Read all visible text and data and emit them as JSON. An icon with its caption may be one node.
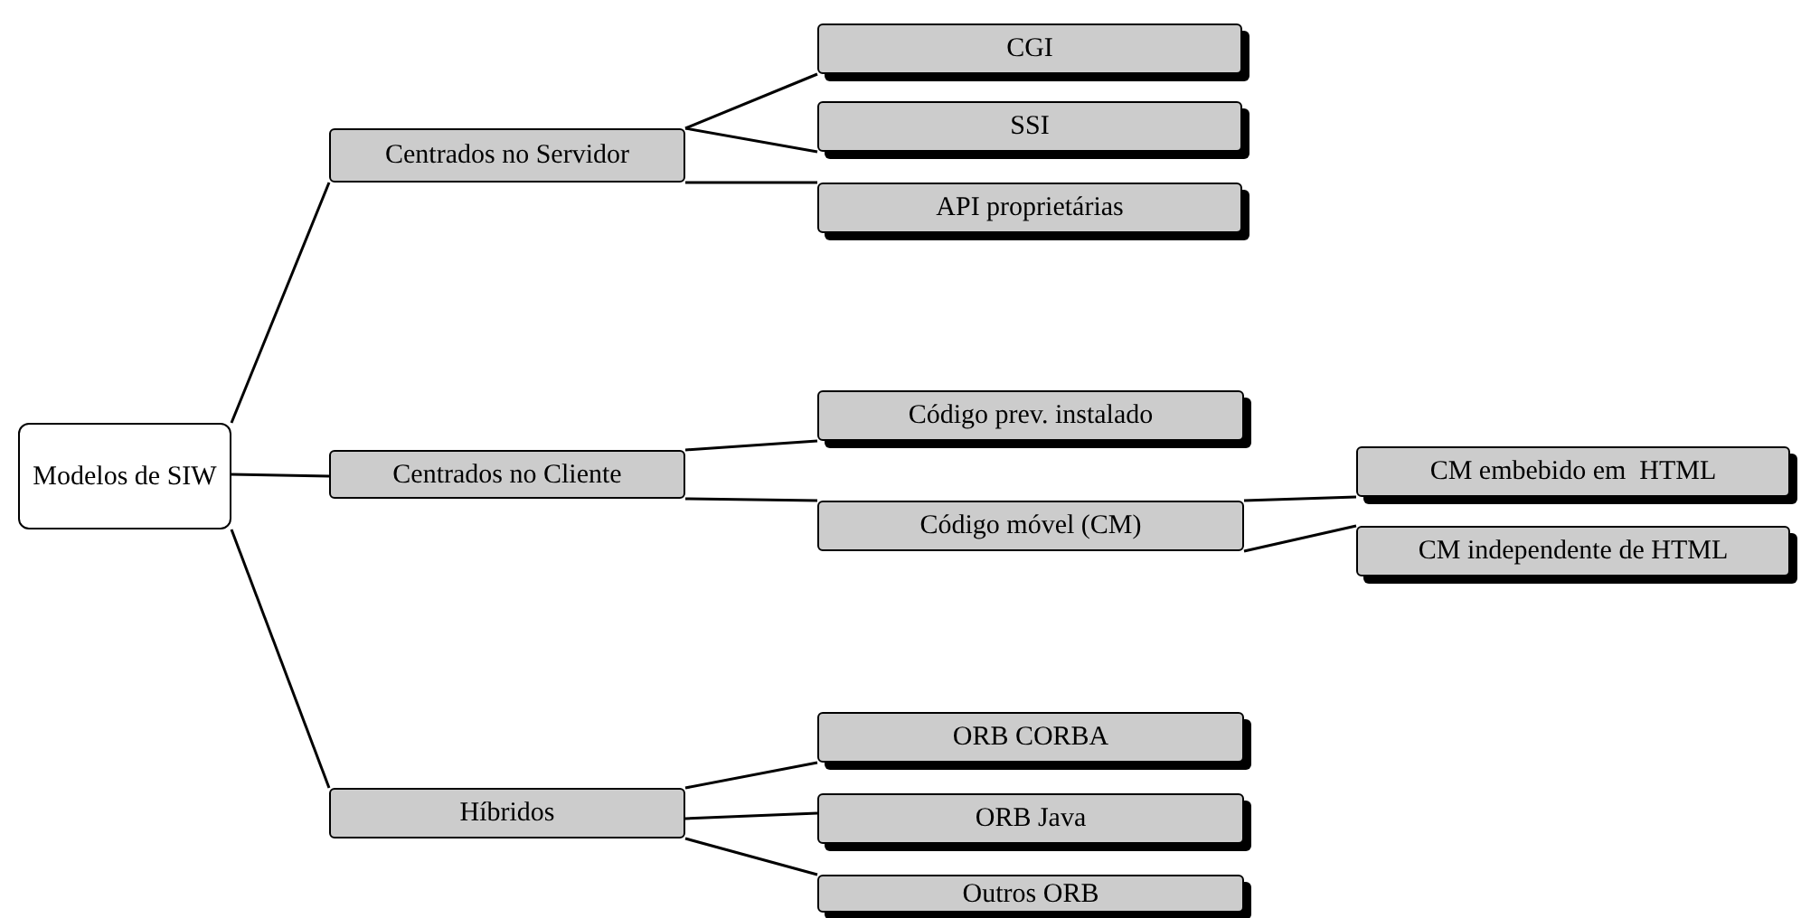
{
  "diagram": {
    "nodes": [
      {
        "text": [
          "Modelos de SIW"
        ]
      },
      {
        "text": [
          "Centrados no Servidor"
        ]
      },
      {
        "text": [
          "CGI"
        ]
      },
      {
        "text": [
          "SSI"
        ]
      },
      {
        "text": [
          "API proprietárias"
        ]
      },
      {
        "text": [
          "Centrados no Cliente"
        ]
      },
      {
        "text": [
          "Código prev. instalado"
        ]
      },
      {
        "text": [
          "Código móvel (CM)"
        ]
      },
      {
        "text": [
          "CM embebido em  HTML"
        ]
      },
      {
        "text": [
          "CM independente de HTML"
        ]
      },
      {
        "text": [
          "Híbridos"
        ]
      },
      {
        "text": [
          "ORB CORBA"
        ]
      },
      {
        "text": [
          "ORB Java"
        ]
      },
      {
        "text": [
          "Outros ORB"
        ]
      }
    ],
    "edges": [
      {
        "from": 0,
        "to": 1,
        "arrow": "none"
      },
      {
        "from": 1,
        "to": 2,
        "arrow": "none"
      },
      {
        "from": 1,
        "to": 3,
        "arrow": "none"
      },
      {
        "from": 1,
        "to": 4,
        "arrow": "none"
      },
      {
        "from": 0,
        "to": 5,
        "arrow": "none"
      },
      {
        "from": 5,
        "to": 6,
        "arrow": "none"
      },
      {
        "from": 5,
        "to": 7,
        "arrow": "none"
      },
      {
        "from": 7,
        "to": 8,
        "arrow": "none"
      },
      {
        "from": 7,
        "to": 9,
        "arrow": "none"
      },
      {
        "from": 0,
        "to": 10,
        "arrow": "none"
      },
      {
        "from": 10,
        "to": 11,
        "arrow": "none"
      },
      {
        "from": 10,
        "to": 12,
        "arrow": "none"
      },
      {
        "from": 10,
        "to": 13,
        "arrow": "none"
      }
    ]
  }
}
